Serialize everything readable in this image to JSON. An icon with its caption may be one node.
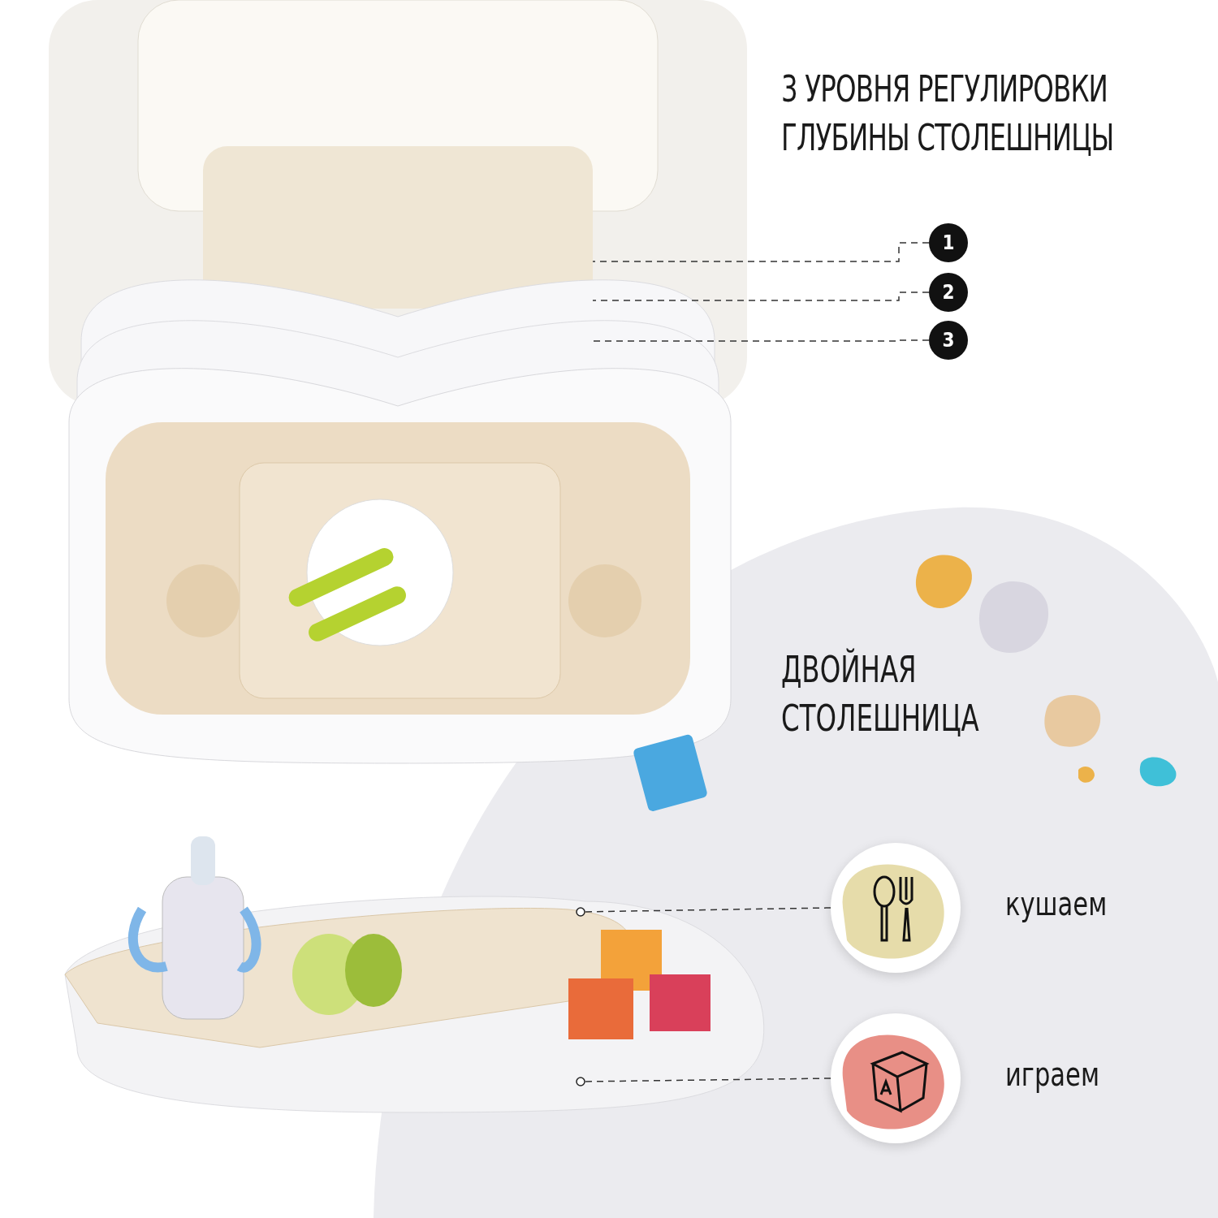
{
  "diagram": {
    "title": "3 УРОВНЯ РЕГУЛИРОВКИ ГЛУБИНЫ СТОЛЕШНИЦЫ",
    "nodes": [
      {
        "text": [
          "1"
        ]
      },
      {
        "text": [
          "2"
        ]
      },
      {
        "text": [
          "3"
        ]
      },
      {
        "text": [],
        "shape": "circle",
        "beside": [
          "кушаем"
        ]
      },
      {
        "text": [],
        "shape": "circle",
        "beside": [
          "играем"
        ]
      }
    ],
    "edges": [
      {
        "from": 0,
        "to": null,
        "arrow": "none",
        "style": "dashed"
      },
      {
        "from": 1,
        "to": null,
        "arrow": "none",
        "style": "dashed"
      },
      {
        "from": 2,
        "to": null,
        "arrow": "none",
        "style": "dashed"
      },
      {
        "from": 3,
        "to": null,
        "arrow": "other",
        "style": "dashed"
      },
      {
        "from": 4,
        "to": null,
        "arrow": "other",
        "style": "dashed"
      }
    ],
    "labels": [
      "ДВОЙНАЯ СТОЛЕШНИЦА"
    ]
  }
}
